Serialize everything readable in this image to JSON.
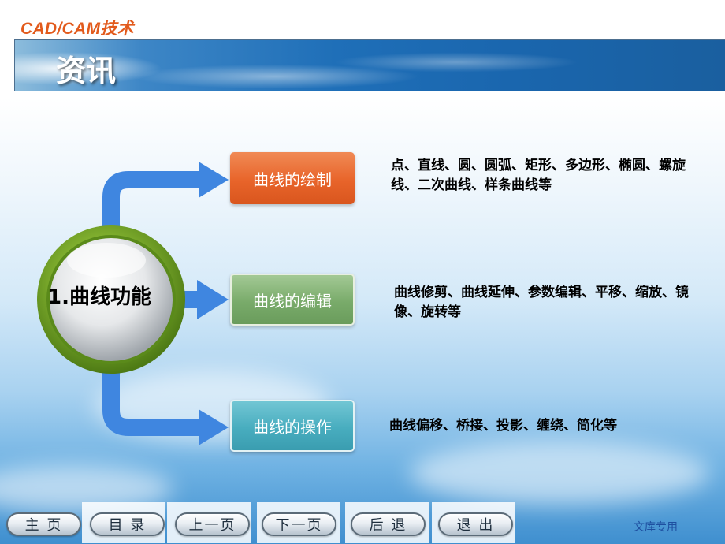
{
  "brand": {
    "text": "CAD/CAM技术"
  },
  "banner": {
    "title": "资讯"
  },
  "center": {
    "label": "1.曲线功能"
  },
  "branches": [
    {
      "label": "曲线的绘制",
      "description": "点、直线、圆、圆弧、矩形、多边形、椭圆、螺旋线、二次曲线、样条曲线等",
      "color": "#e8642a"
    },
    {
      "label": "曲线的编辑",
      "description": "曲线修剪、曲线延伸、参数编辑、平移、缩放、镜像、旋转等",
      "color": "#79ab6a"
    },
    {
      "label": "曲线的操作",
      "description": "曲线偏移、桥接、投影、缠绕、简化等",
      "color": "#48adbf"
    }
  ],
  "nav": {
    "home": "主 页",
    "toc": "目 录",
    "prev": "上一页",
    "next": "下一页",
    "back": "后 退",
    "exit": "退 出"
  },
  "footer": {
    "label": "文库专用"
  },
  "colors": {
    "brand": "#e25a1c",
    "arrow": "#3f86e0",
    "ring": "#6a9a2a"
  }
}
